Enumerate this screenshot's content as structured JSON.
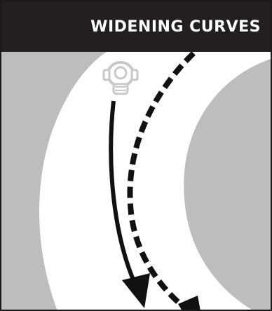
{
  "header": {
    "title": "WIDENING CURVES"
  },
  "colors": {
    "title_bar": "#231f20",
    "title_text": "#ffffff",
    "off_road": "#bdbdbd",
    "road": "#ffffff",
    "path_lines": "#111111",
    "motorcycle": "#c8c8c8"
  },
  "illustration": {
    "road_shape": "curve-bending-left",
    "rider_icon": "motorcycle-top-view",
    "paths": [
      "solid-path-with-arrow",
      "dashed-path-with-arrow"
    ]
  }
}
